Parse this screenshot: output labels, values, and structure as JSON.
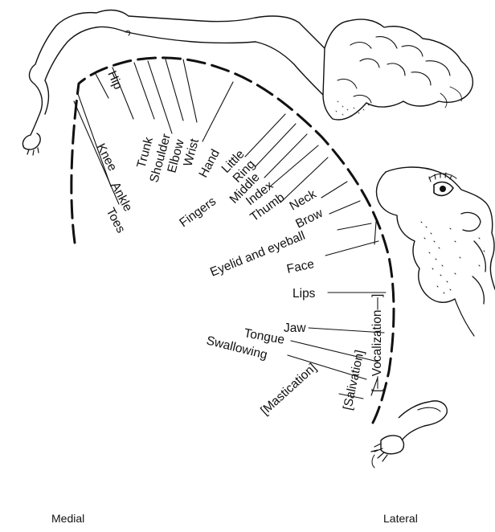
{
  "labels": {
    "hip": "Hip",
    "trunk": "Trunk",
    "shoulder": "Shoulder",
    "elbow": "Elbow",
    "wrist": "Wrist",
    "hand": "Hand",
    "knee": "Knee",
    "ankle": "Ankle",
    "toes": "Toes",
    "little": "Little",
    "ring": "Ring",
    "middle": "Middle",
    "index": "Index",
    "thumb": "Thumb",
    "fingers": "Fingers",
    "neck": "Neck",
    "brow": "Brow",
    "eyelid": "Eyelid and eyeball",
    "face": "Face",
    "lips": "Lips",
    "jaw": "Jaw",
    "tongue": "Tongue",
    "swallowing": "Swallowing",
    "mastication": "[Mastication]",
    "salivation": "[Salivation]",
    "vocalization": "[—Vocalization—]"
  },
  "footer": {
    "left": "Medial",
    "right": "Lateral"
  }
}
